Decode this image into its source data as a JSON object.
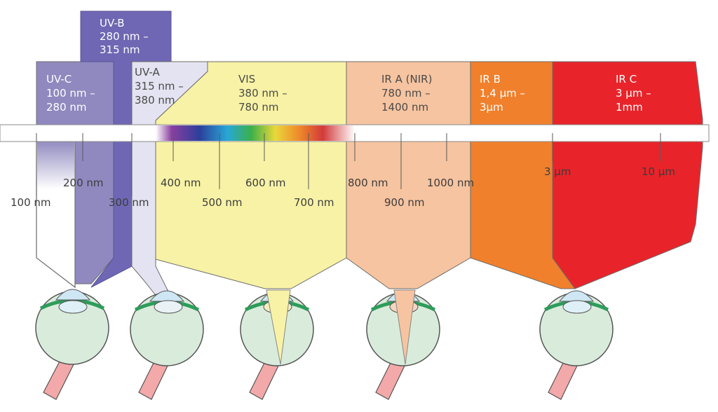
{
  "bands": {
    "uvb": {
      "name": "UV-B",
      "range_start": "280 nm –",
      "range_end": "315 nm",
      "color": "#6f67b3"
    },
    "uvc": {
      "name": "UV-C",
      "range_start": "100 nm –",
      "range_end": "280 nm",
      "color": "#8f89bf"
    },
    "uva": {
      "name": "UV-A",
      "range_start": "315 nm –",
      "range_end": "380 nm",
      "color": "#e3e3f1"
    },
    "vis": {
      "name": "VIS",
      "range_start": "380 nm –",
      "range_end": "780 nm",
      "color": "#f8f2a6"
    },
    "ira": {
      "name": "IR A (NIR)",
      "range_start": "780 nm –",
      "range_end": "1400 nm",
      "color": "#f6c4a0"
    },
    "irb": {
      "name": "IR B",
      "range_start": "1,4 µm –",
      "range_end": "3µm",
      "color": "#f0802c"
    },
    "irc": {
      "name": "IR C",
      "range_start": "3 µm –",
      "range_end": "1mm",
      "color": "#e8242a"
    }
  },
  "scale": {
    "upper_row": [
      "200 nm",
      "400 nm",
      "600 nm",
      "800 nm",
      "1000 nm",
      "3 µm",
      "10 µm"
    ],
    "lower_row": [
      "100 nm",
      "300 nm",
      "500 nm",
      "700 nm",
      "900 nm"
    ]
  },
  "colors": {
    "eye_fill": "#d9ecdc",
    "eye_outline": "#555555",
    "optic_nerve": "#f3a9a9",
    "cornea": "#cfe6f4",
    "retina": "#2e9c5a"
  }
}
